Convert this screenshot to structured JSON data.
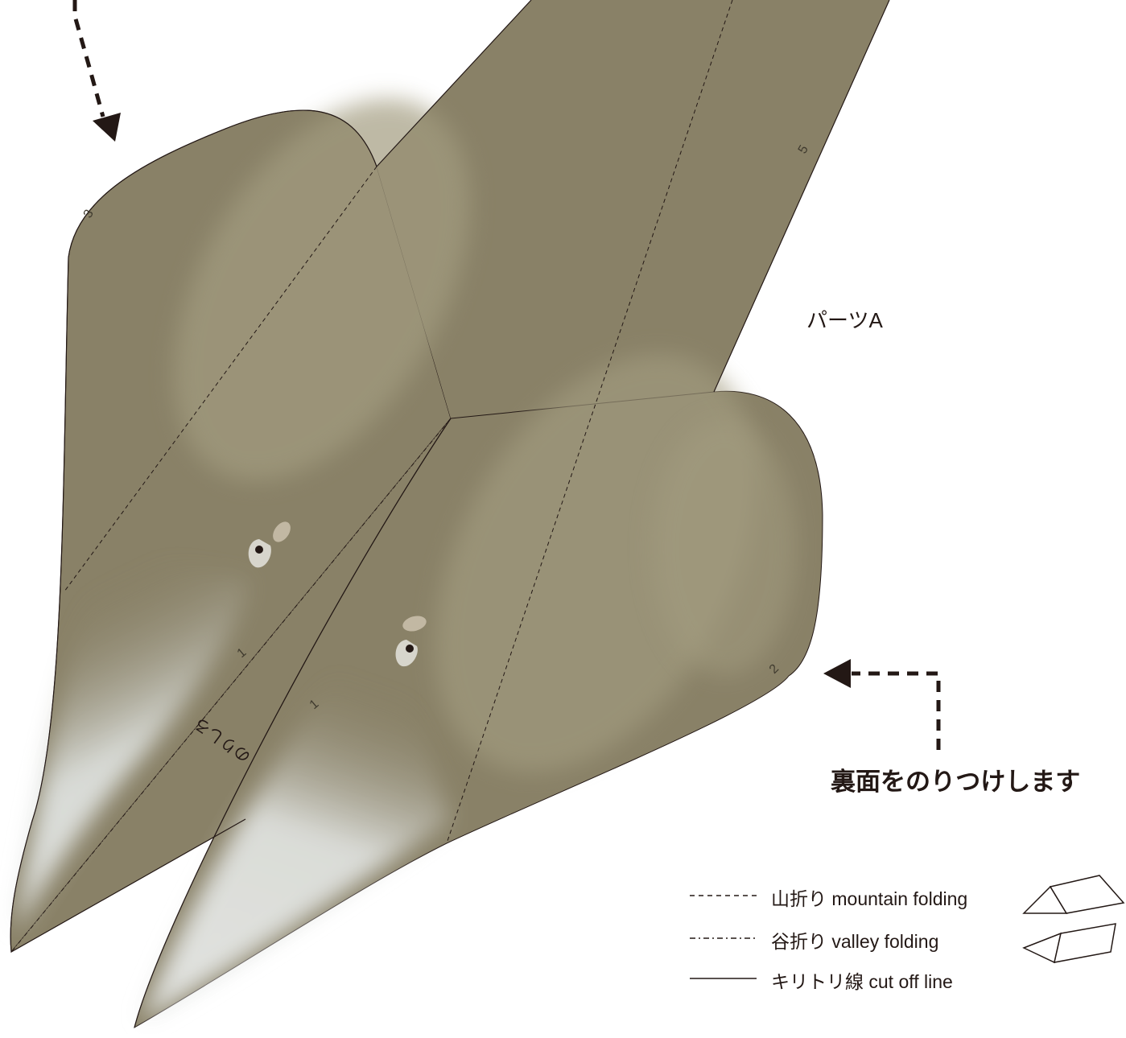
{
  "part_label": "パーツA",
  "glue_instruction": "裏面をのりつけします",
  "glue_tab_label": "のりしろ",
  "fold_numbers": [
    "1",
    "1",
    "2",
    "3",
    "5"
  ],
  "legend": {
    "mountain": "山折り mountain folding",
    "valley": "谷折り valley folding",
    "cut": "キリトリ線 cut off line"
  },
  "colors": {
    "paper": "#898167",
    "paper_light": "#9d9579",
    "tip": "#dcdedc",
    "line": "#231815",
    "background": "#ffffff"
  },
  "icons": [
    "arrow-down-icon",
    "arrow-left-icon",
    "eye-icon",
    "mountain-fold-icon",
    "valley-fold-icon"
  ]
}
